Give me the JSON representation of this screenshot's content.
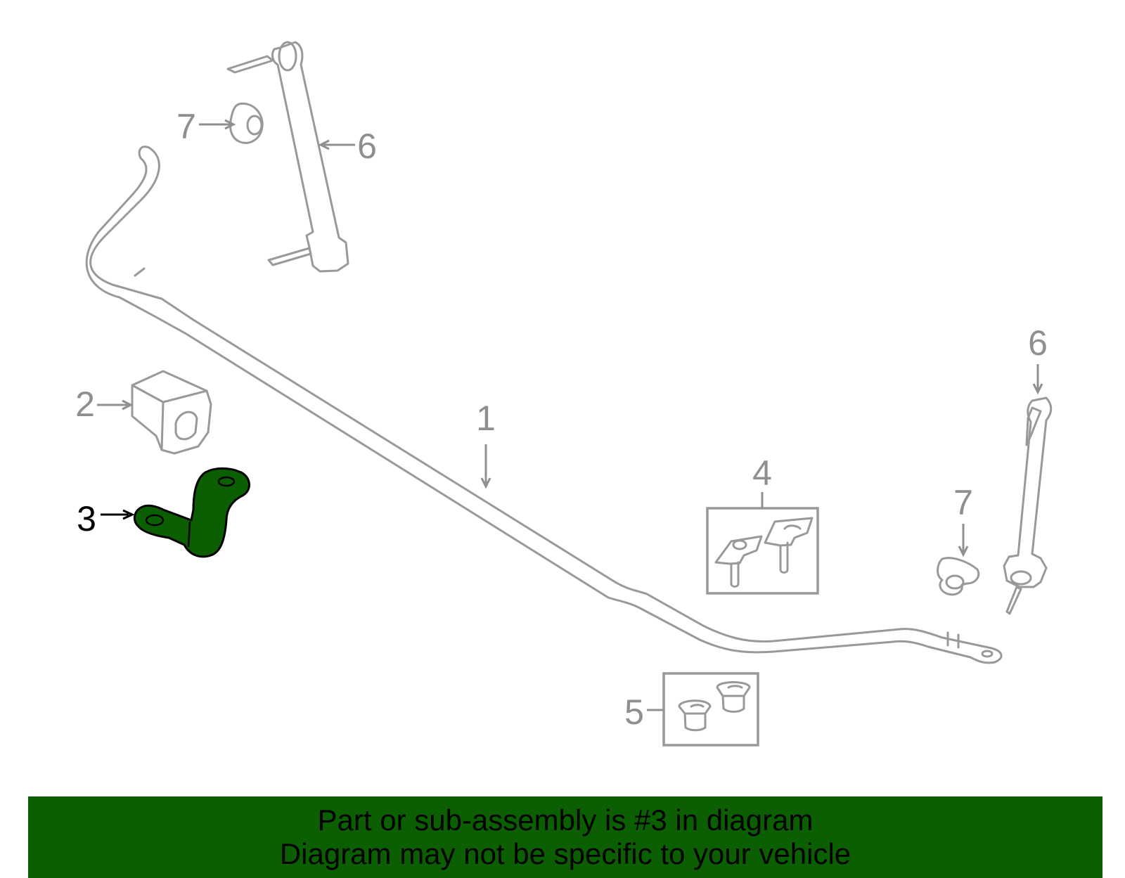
{
  "callouts": {
    "c1": "1",
    "c2": "2",
    "c3": "3",
    "c4": "4",
    "c5": "5",
    "c6_top": "6",
    "c6_right": "6",
    "c7_top": "7",
    "c7_right": "7"
  },
  "highlighted_part": "3",
  "colors": {
    "highlight_fill": "#0b5f00",
    "banner_background": "#0b5f00",
    "part_outline": "#999999",
    "label_gray": "#8f8f8f"
  },
  "banner": {
    "line1": "Part or sub-assembly is #3 in diagram",
    "line2": "Diagram may not be specific to your vehicle"
  }
}
